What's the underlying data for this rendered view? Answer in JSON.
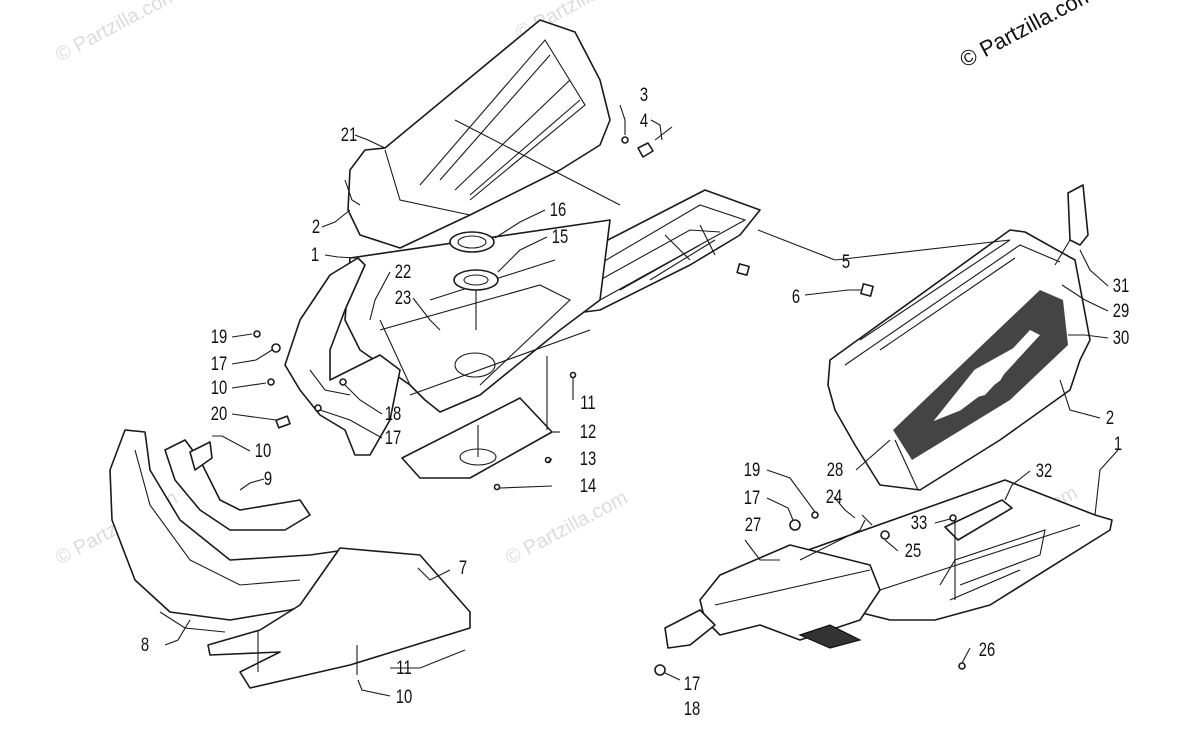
{
  "copyright": "© Partzilla.com",
  "watermark_text": "© Partzilla.com",
  "callouts": {
    "c1a": "1",
    "c1b": "1",
    "c2a": "2",
    "c2b": "2",
    "c3": "3",
    "c4": "4",
    "c5": "5",
    "c6": "6",
    "c7": "7",
    "c8": "8",
    "c9": "9",
    "c10a": "10",
    "c10b": "10",
    "c10c": "10",
    "c11a": "11",
    "c11b": "11",
    "c12": "12",
    "c13": "13",
    "c14": "14",
    "c15": "15",
    "c16": "16",
    "c17a": "17",
    "c17b": "17",
    "c17c": "17",
    "c17d": "17",
    "c18a": "18",
    "c18b": "18",
    "c19a": "19",
    "c19b": "19",
    "c20": "20",
    "c21": "21",
    "c22": "22",
    "c23": "23",
    "c24": "24",
    "c25": "25",
    "c26": "26",
    "c27": "27",
    "c28": "28",
    "c29": "29",
    "c30": "30",
    "c31": "31",
    "c32": "32",
    "c33": "33"
  },
  "colors": {
    "line": "#1a1a1a",
    "watermark": "#dcdcdc",
    "background": "#ffffff"
  }
}
